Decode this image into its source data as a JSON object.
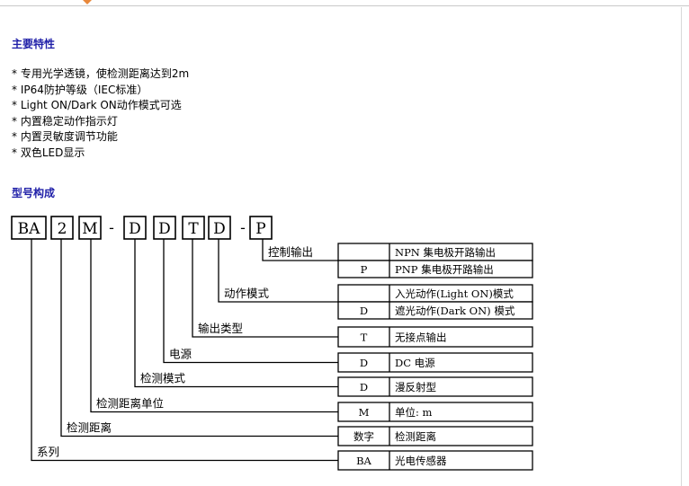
{
  "sections": {
    "features_title": "主要特性",
    "model_title": "型号构成"
  },
  "features": [
    "* 专用光学透镜，使检测距离达到2m",
    "* IP64防护等级（IEC标准）",
    "* Light ON/Dark ON动作模式可选",
    "* 内置稳定动作指示灯",
    "* 内置灵敏度调节功能",
    "* 双色LED显示"
  ],
  "model_code": {
    "boxes": [
      "BA",
      "2",
      "M",
      "D",
      "D",
      "T",
      "D",
      "P"
    ],
    "separator": "-"
  },
  "groups": [
    {
      "label": "控制输出",
      "rows": [
        {
          "code": "",
          "desc": "NPN 集电极开路输出"
        },
        {
          "code": "P",
          "desc": "PNP 集电极开路输出"
        }
      ]
    },
    {
      "label": "动作模式",
      "rows": [
        {
          "code": "",
          "desc": "入光动作(Light ON)模式"
        },
        {
          "code": "D",
          "desc": "遮光动作(Dark ON) 模式"
        }
      ]
    },
    {
      "label": "输出类型",
      "rows": [
        {
          "code": "T",
          "desc": "无接点输出"
        }
      ]
    },
    {
      "label": "电源",
      "rows": [
        {
          "code": "D",
          "desc": "DC 电源"
        }
      ]
    },
    {
      "label": "检测模式",
      "rows": [
        {
          "code": "D",
          "desc": "漫反射型"
        }
      ]
    },
    {
      "label": "检测距离单位",
      "rows": [
        {
          "code": "M",
          "desc": "单位: m"
        }
      ]
    },
    {
      "label": "检测距离",
      "rows": [
        {
          "code": "数字",
          "desc": "检测距离"
        }
      ]
    },
    {
      "label": "系列",
      "rows": [
        {
          "code": "BA",
          "desc": "光电传感器"
        }
      ]
    }
  ]
}
